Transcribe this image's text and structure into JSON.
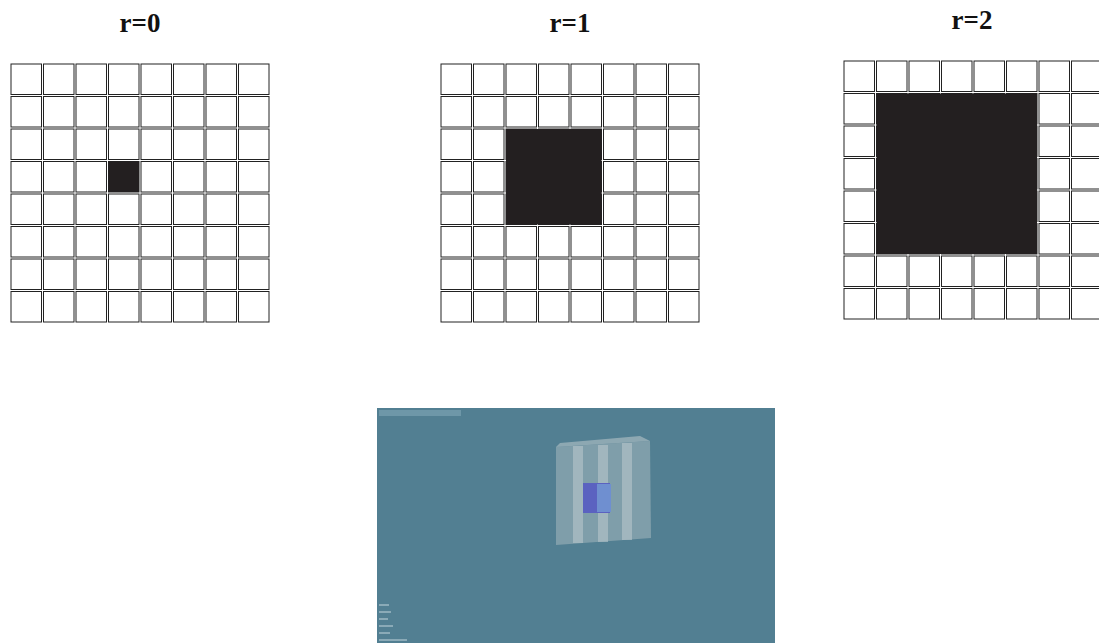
{
  "diagram": {
    "labels": [
      "r=0",
      "r=1",
      "r=2"
    ]
  }
}
